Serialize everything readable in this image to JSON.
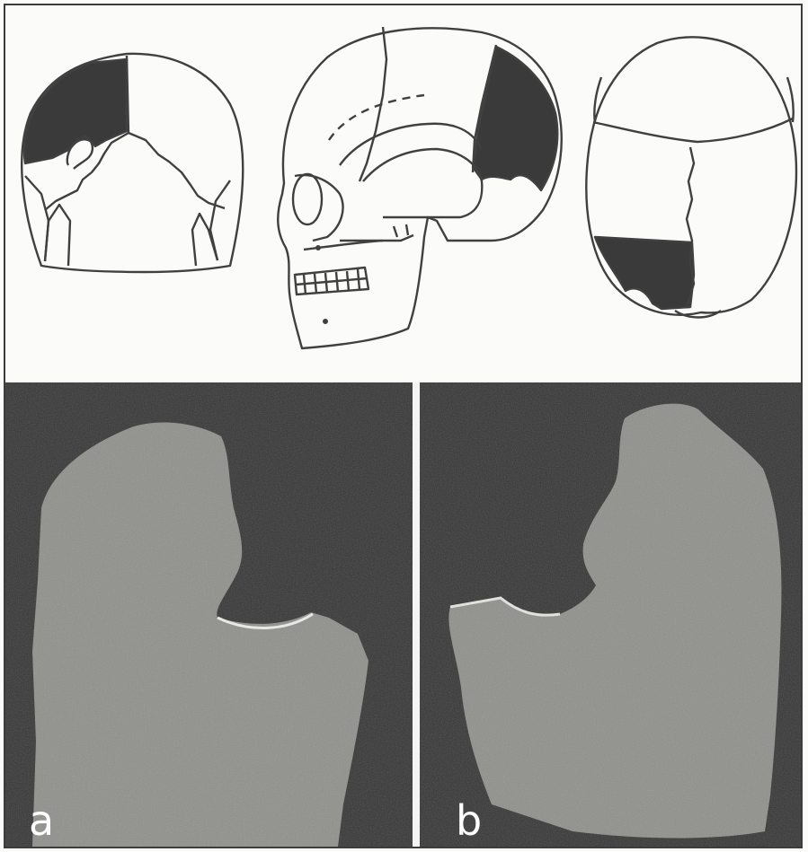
{
  "figure": {
    "panels": [
      {
        "id": "a",
        "label": "a"
      },
      {
        "id": "b",
        "label": "b"
      }
    ],
    "colors": {
      "drawing_line": "#404040",
      "shaded_region": "#3a3a3a",
      "photo_background": "#343434",
      "bone_fragment": "#9a9a96",
      "label_text": "#ffffff"
    }
  }
}
